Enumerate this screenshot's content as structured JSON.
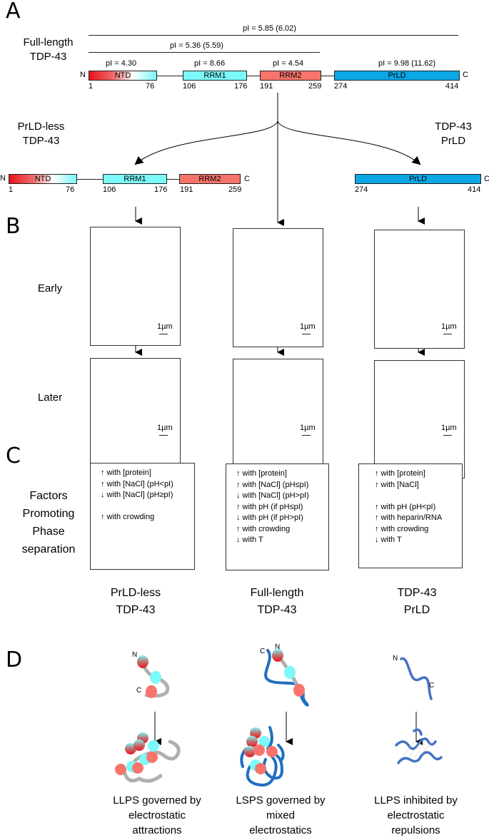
{
  "panels": {
    "A": "A",
    "B": "B",
    "C": "C",
    "D": "D"
  },
  "panelA": {
    "full_length_label": [
      "Full-length",
      "TDP-43"
    ],
    "pi_full": "pI = 5.85 (6.02)",
    "pi_prld_less": "pI = 5.36 (5.59)",
    "domains": [
      {
        "name": "NTD",
        "pi": "pI = 4.30",
        "start": "1",
        "end": "76",
        "color": "#e8141e",
        "color2": "#7af7f7"
      },
      {
        "name": "RRM1",
        "pi": "pI = 8.66",
        "start": "106",
        "end": "176",
        "color": "#7cf9f9"
      },
      {
        "name": "RRM2",
        "pi": "pI = 4.54",
        "start": "191",
        "end": "259",
        "color": "#f7746c"
      },
      {
        "name": "PrLD",
        "pi": "pI = 9.98 (11.62)",
        "start": "274",
        "end": "414",
        "color": "#0aa7e6"
      }
    ],
    "n_term": "N",
    "c_term": "C",
    "prld_less_label": [
      "PrLD-less",
      "TDP-43"
    ],
    "prld_label": [
      "TDP-43",
      "PrLD"
    ]
  },
  "panelB": {
    "row_labels": [
      "Early",
      "Later"
    ],
    "scale_bar": "1µm",
    "droplet_color": "#00b050"
  },
  "panelC": {
    "row_label": [
      "Factors",
      "Promoting",
      "Phase",
      "separation"
    ],
    "columns": [
      {
        "title": [
          "PrLD-less",
          "TDP-43"
        ],
        "factors": [
          "↑ with [protein]",
          "↑ with [NaCl] (pH<pI)",
          "↓ with [NaCl] (pH≥pI)",
          "",
          "↑ with crowding"
        ]
      },
      {
        "title": [
          "Full-length",
          "TDP-43"
        ],
        "factors": [
          "↑ with [protein]",
          "↑ with [NaCl] (pH≤pI)",
          "↓ with [NaCl] (pH>pI)",
          "↑ with pH (if pH≤pI)",
          "↓ with pH (if pH>pI)",
          "↑ with crowding",
          "↓ with T"
        ]
      },
      {
        "title": [
          "TDP-43",
          "PrLD"
        ],
        "factors": [
          "↑ with [protein]",
          "↑ with [NaCl]",
          "",
          "↑ with pH (pH<pI)",
          "↑ with heparin/RNA",
          "↑ with crowding",
          "↓ with T"
        ]
      }
    ]
  },
  "panelD": {
    "labels": {
      "N": "N",
      "C": "C"
    },
    "captions": [
      [
        "LLPS governed by",
        "electrostatic",
        "attractions"
      ],
      [
        "LSPS governed by",
        "mixed",
        "electrostatics"
      ],
      [
        "LLPS inhibited by",
        "electrostatic",
        "repulsions"
      ]
    ],
    "colors": {
      "linker": "#b0b0b0",
      "prld_chain": "#1f6fc0",
      "prld_chain_light": "#4472c4",
      "rrm1": "#7cf9f9",
      "rrm2": "#f7746c",
      "ntd_top": "#7cf9f9",
      "ntd_bottom": "#e8141e"
    }
  }
}
